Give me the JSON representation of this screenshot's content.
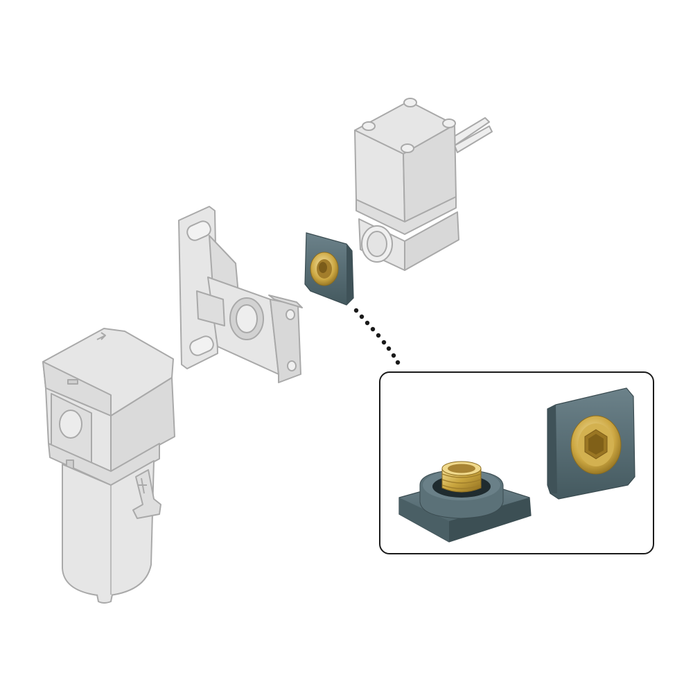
{
  "colors": {
    "background": "#ffffff",
    "ghost_fill": "#e6e6e6",
    "ghost_stroke": "#a9a9a9",
    "adapter_plate": "#4f6870",
    "adapter_plate_light": "#6a8088",
    "brass": "#c9a53e",
    "brass_light": "#eed688",
    "callout_border": "#1a1a1a",
    "leader_dots": "#1a1a1a"
  },
  "components": [
    {
      "id": "filter-regulator",
      "icon": "filter-regulator-ghost-icon"
    },
    {
      "id": "mounting-bracket",
      "icon": "bracket-ghost-icon"
    },
    {
      "id": "adapter-plate",
      "icon": "adapter-plate-icon"
    },
    {
      "id": "solenoid-valve",
      "icon": "solenoid-valve-ghost-icon"
    }
  ],
  "callout": {
    "parts": [
      {
        "id": "threaded-adapter",
        "icon": "threaded-adapter-icon"
      },
      {
        "id": "hex-socket-adapter",
        "icon": "hex-socket-adapter-icon"
      }
    ]
  }
}
